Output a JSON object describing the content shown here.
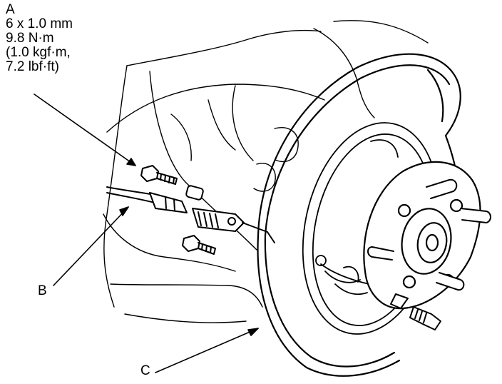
{
  "callouts": {
    "a": {
      "letter": "A",
      "size": "6 x 1.0 mm",
      "torque_nm": "9.8 N·m",
      "torque_kgfm": "(1.0 kgf·m,",
      "torque_lbfft": "7.2 lbf·ft)"
    },
    "b": {
      "letter": "B"
    },
    "c": {
      "letter": "C"
    }
  },
  "colors": {
    "line": "#000000",
    "background": "#ffffff"
  }
}
